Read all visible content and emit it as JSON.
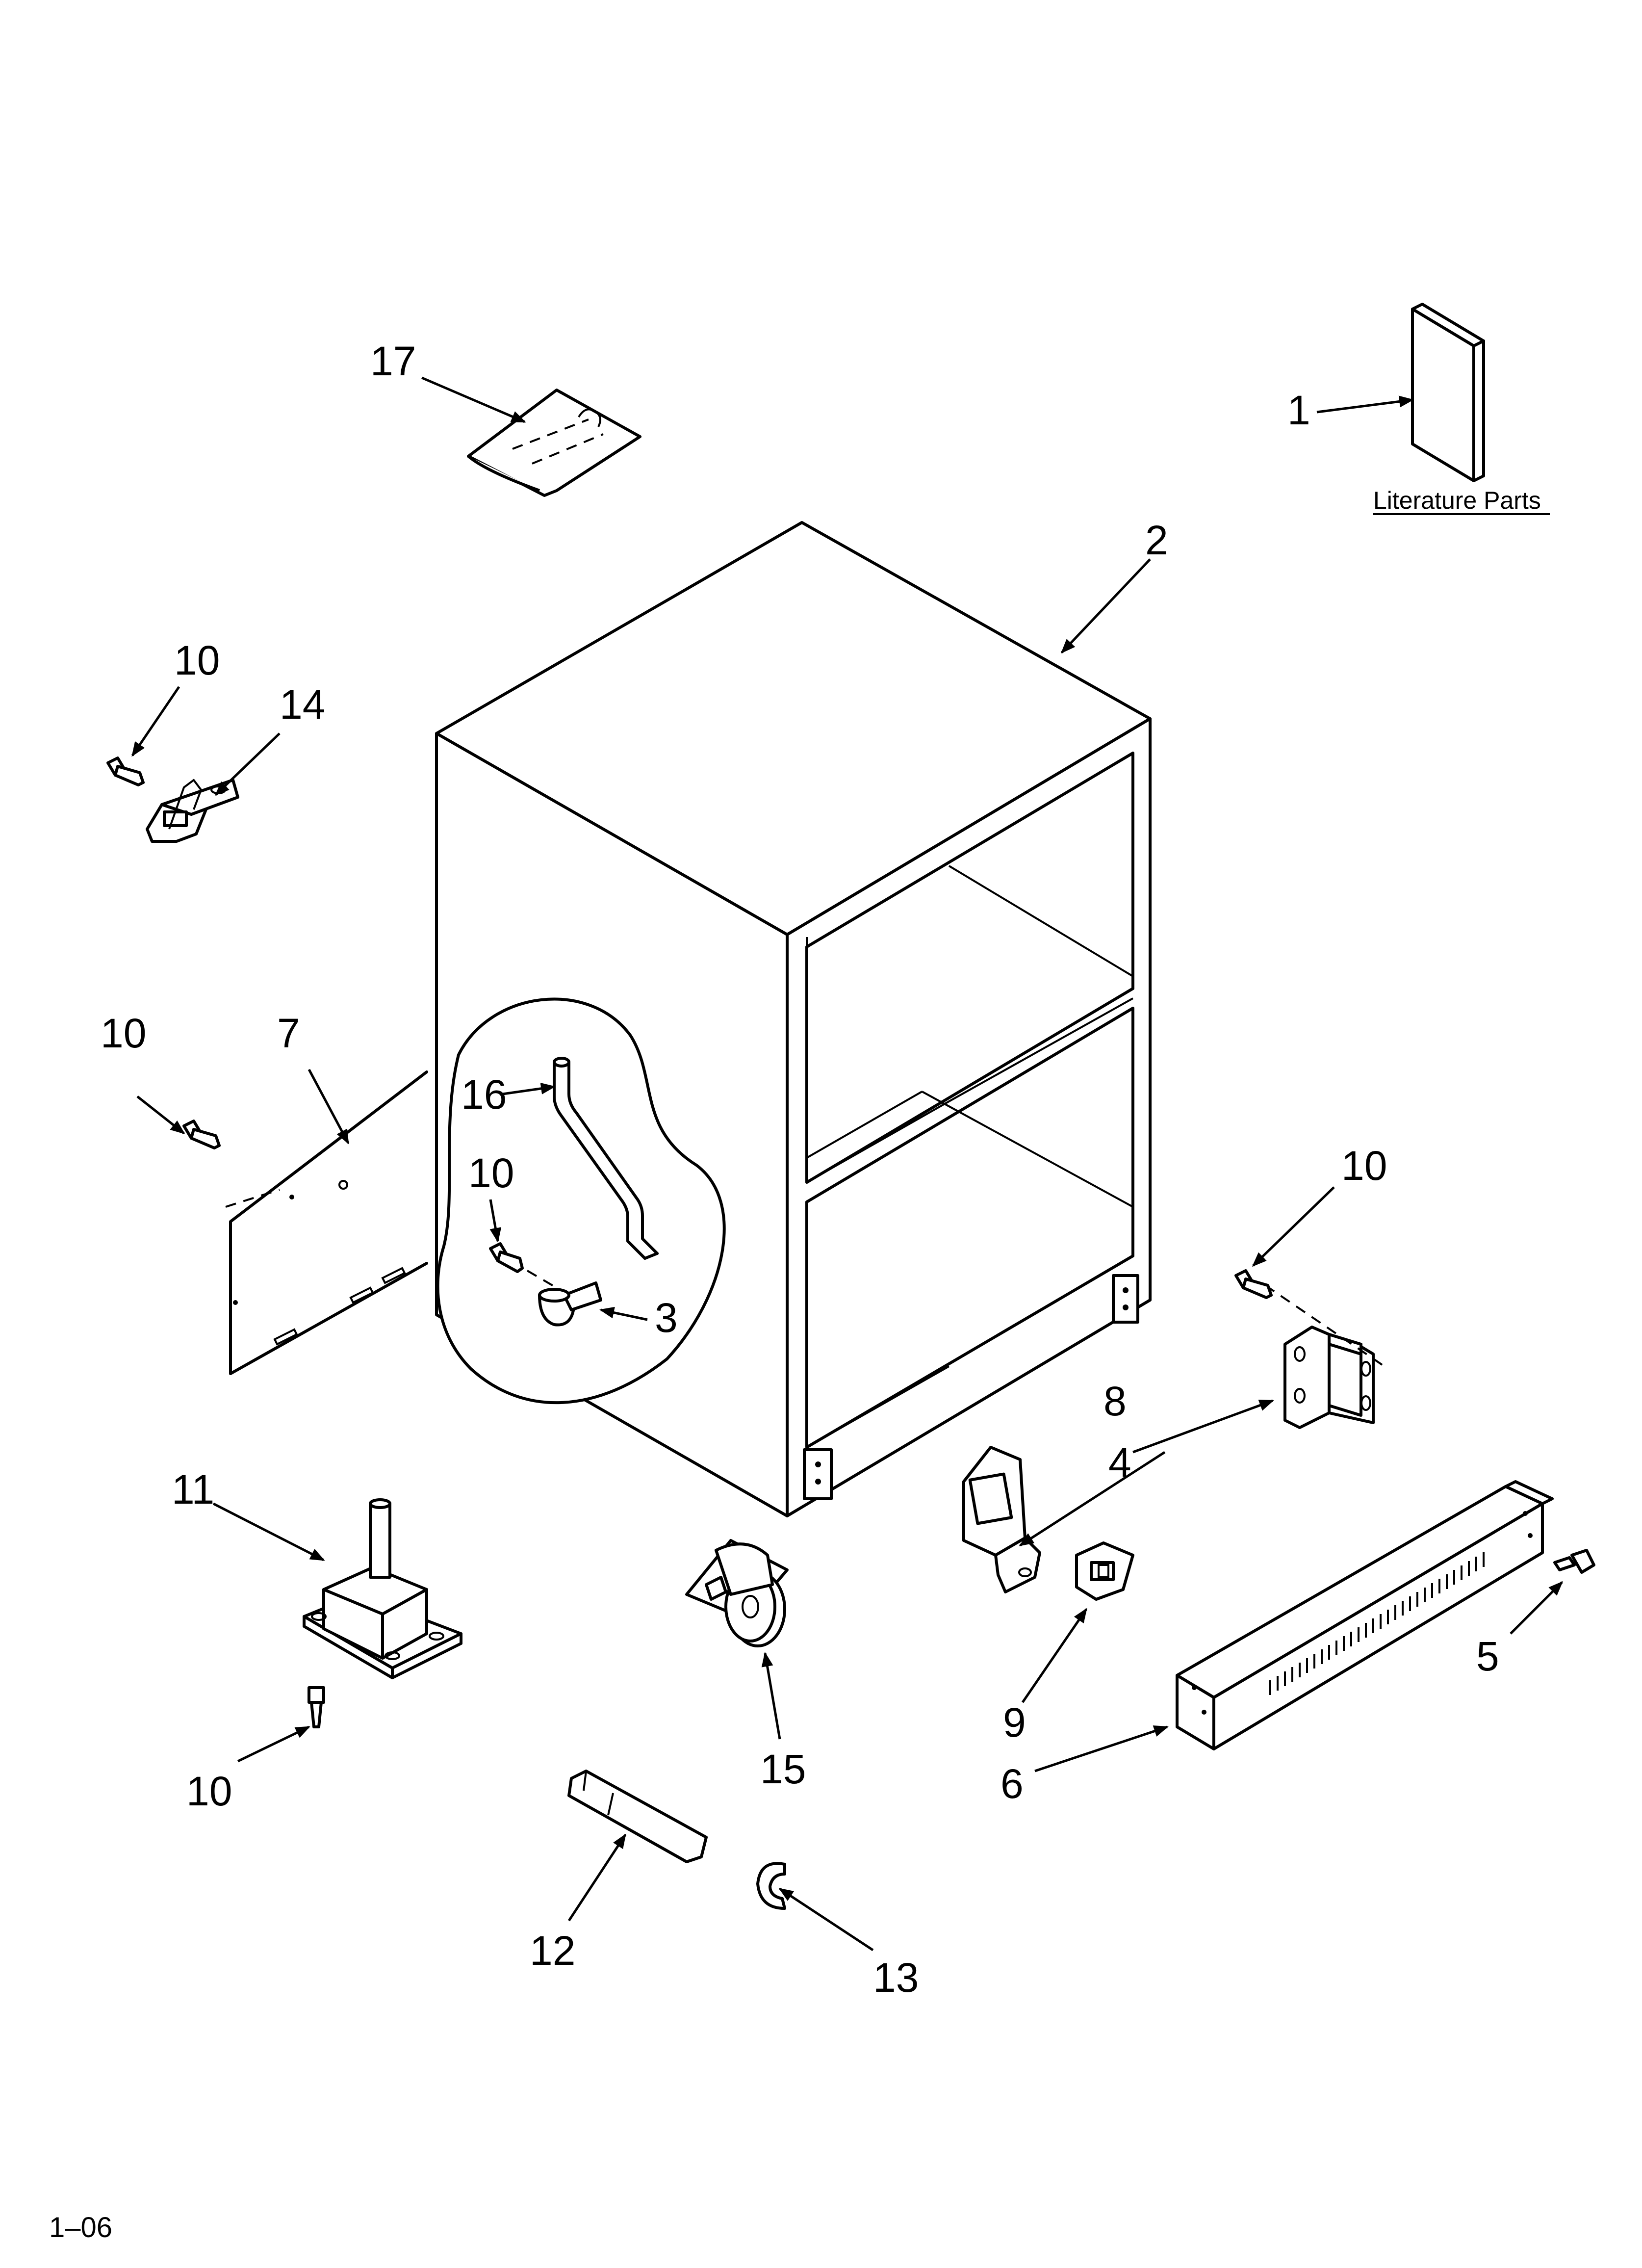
{
  "callouts": [
    {
      "label": "1"
    },
    {
      "label": "2"
    },
    {
      "label": "3"
    },
    {
      "label": "4"
    },
    {
      "label": "5"
    },
    {
      "label": "6"
    },
    {
      "label": "7"
    },
    {
      "label": "8"
    },
    {
      "label": "9"
    },
    {
      "label": "10"
    },
    {
      "label": "10"
    },
    {
      "label": "10"
    },
    {
      "label": "10"
    },
    {
      "label": "10"
    },
    {
      "label": "11"
    },
    {
      "label": "12"
    },
    {
      "label": "13"
    },
    {
      "label": "14"
    },
    {
      "label": "15"
    },
    {
      "label": "16"
    },
    {
      "label": "17"
    }
  ],
  "literature_parts": "Literature Parts",
  "page_code": "1–06"
}
